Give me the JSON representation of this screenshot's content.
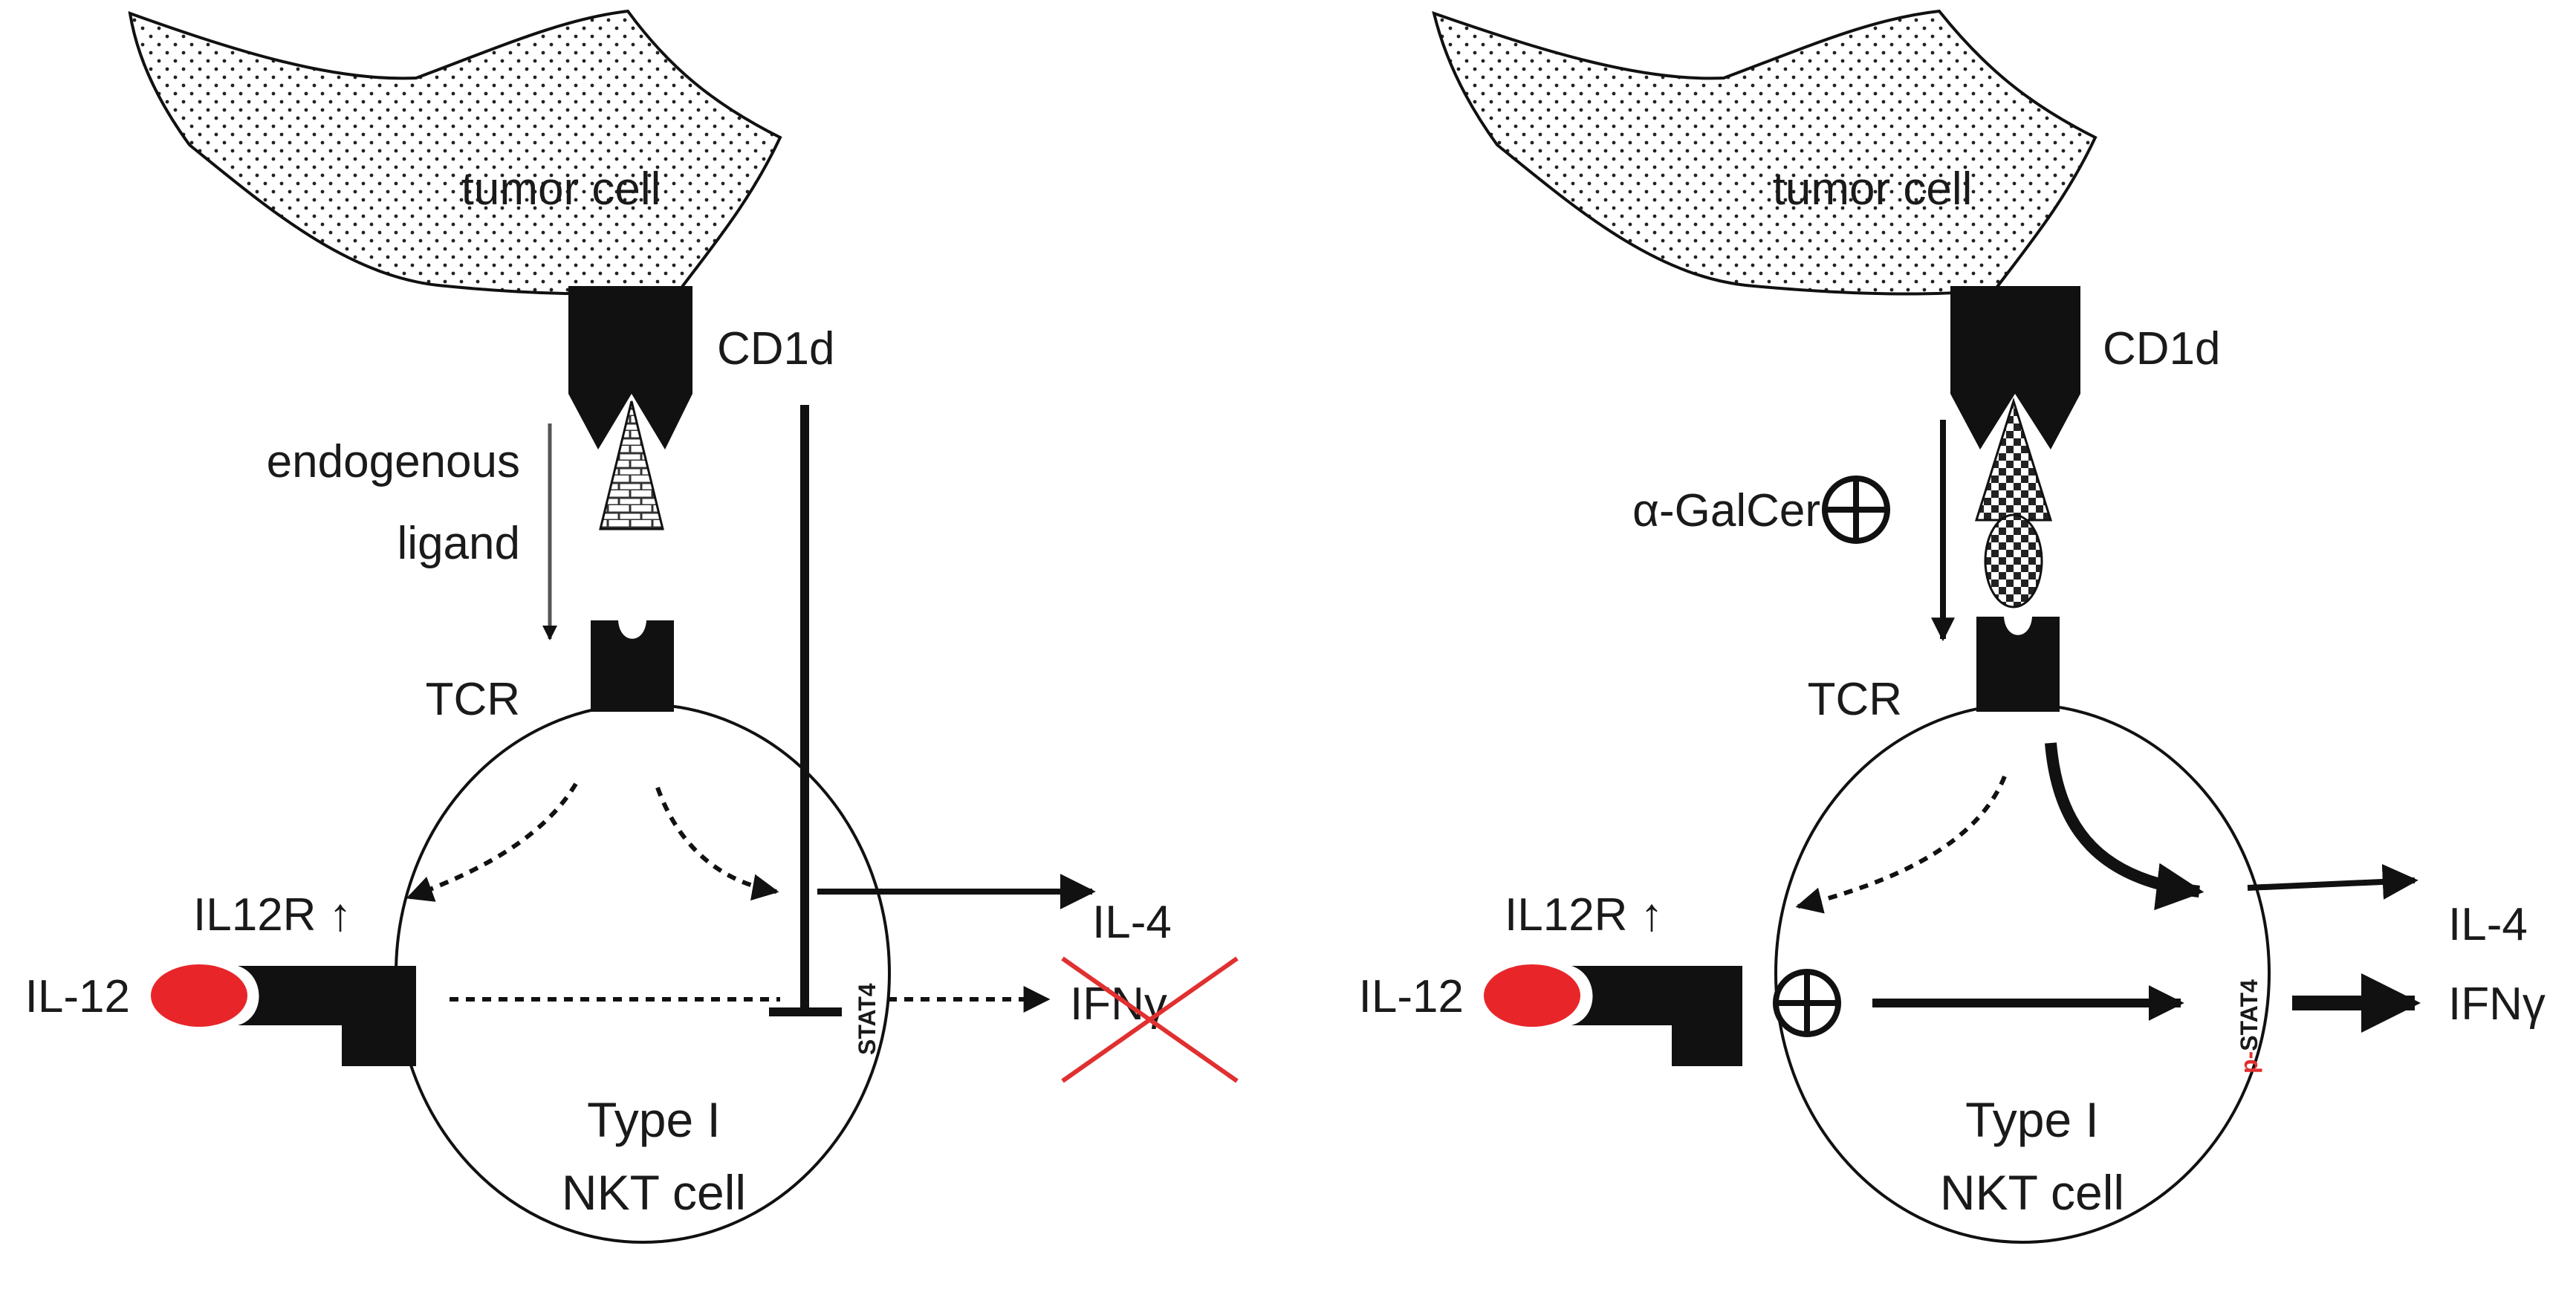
{
  "colors": {
    "ink": "#1a1a1a",
    "il12_ligand": "#e8262a",
    "cross_out": "#e03030"
  },
  "icons": {
    "tumor": "stippled-tumor-cell-shape",
    "cd1d": "cd1d-molecule",
    "tcr": "tcr-receptor",
    "il12r": "il12-receptor",
    "plus": "circled-plus-icon"
  },
  "left_panel": {
    "tumor_label": "tumor cell",
    "cd1d_label": "CD1d",
    "ligand_label_line1": "endogenous",
    "ligand_label_line2": "ligand",
    "tcr_label": "TCR",
    "il12r_label": "IL12R ↑",
    "il12_label": "IL-12",
    "stat_label": "STAT4",
    "il4_label": "IL-4",
    "ifng_label": "IFNγ",
    "cell_line1": "Type I",
    "cell_line2": "NKT cell"
  },
  "right_panel": {
    "tumor_label": "tumor cell",
    "cd1d_label": "CD1d",
    "ligand_label": "α-GalCer",
    "tcr_label": "TCR",
    "il12r_label": "IL12R ↑",
    "il12_label": "IL-12",
    "stat_prefix": "p-",
    "stat_label": "STAT4",
    "il4_label": "IL-4",
    "ifng_label": "IFNγ",
    "cell_line1": "Type I",
    "cell_line2": "NKT cell"
  }
}
